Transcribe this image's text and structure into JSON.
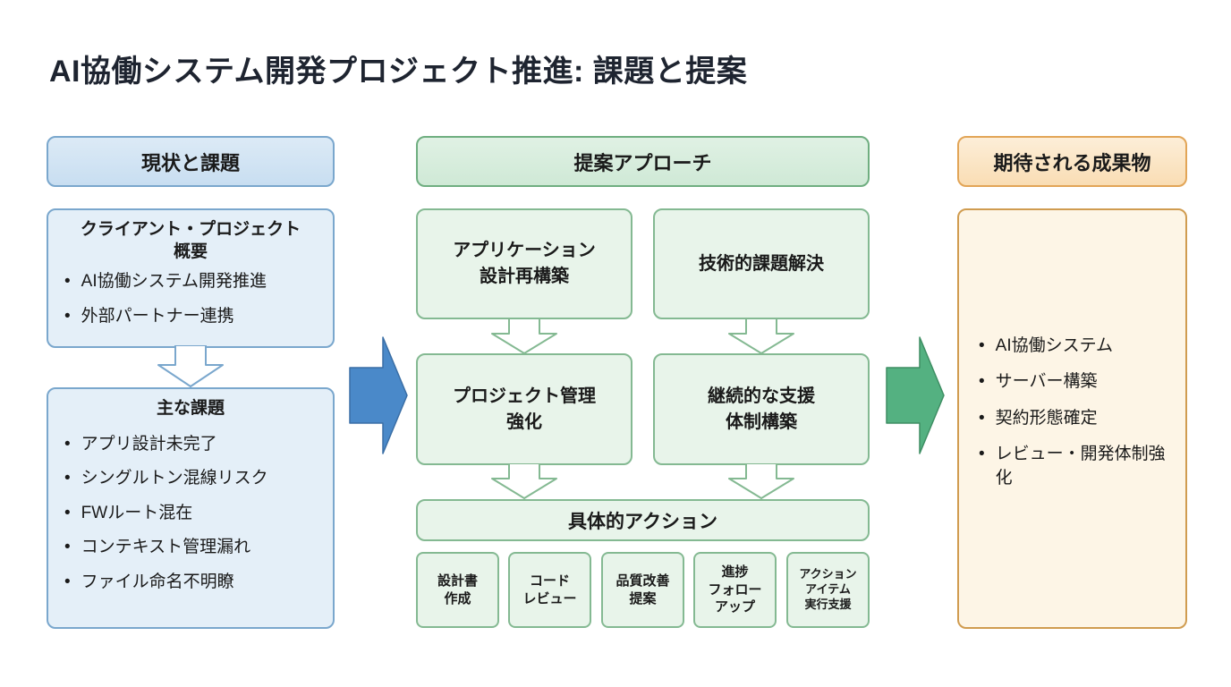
{
  "glyphs": {
    "bullet": "•"
  },
  "colors": {
    "blue_body_fill": "#e4eff8",
    "blue_header_fill": "#cfe3f3",
    "blue_border": "#7aa7cd",
    "green_body_fill": "#e8f4ea",
    "green_header_fill": "#d5edda",
    "green_border": "#6fae80",
    "orange_body_fill": "#fdf5e6",
    "orange_header_fill": "#fbe6c8",
    "orange_border": "#d09c50",
    "big_arrow_blue": "#4a89c9",
    "big_arrow_green": "#54b181"
  },
  "title": "AI協働システム開発プロジェクト推進: 課題と提案",
  "left": {
    "header": "現状と課題",
    "overview_box": {
      "title": "クライアント・プロジェクト\n概要",
      "bullets": [
        "AI協働システム開発推進",
        "外部パートナー連携"
      ]
    },
    "issues_box": {
      "title": "主な課題",
      "bullets": [
        "アプリ設計未完了",
        "シングルトン混線リスク",
        "FWルート混在",
        "コンテキスト管理漏れ",
        "ファイル命名不明瞭"
      ]
    }
  },
  "middle": {
    "header": "提案アプローチ",
    "boxes": {
      "app_redesign": "アプリケーション\n設計再構築",
      "tech_solve": "技術的課題解決",
      "pm_strengthen": "プロジェクト管理\n強化",
      "support_structure": "継続的な支援\n体制構築"
    },
    "actions_header": "具体的アクション",
    "actions": [
      "設計書\n作成",
      "コード\nレビュー",
      "品質改善\n提案",
      "進捗\nフォロー\nアップ",
      "アクション\nアイテム\n実行支援"
    ]
  },
  "right": {
    "header": "期待される成果物",
    "bullets": [
      "AI協働システム",
      "サーバー構築",
      "契約形態確定",
      "レビュー・開発体制強化"
    ]
  }
}
